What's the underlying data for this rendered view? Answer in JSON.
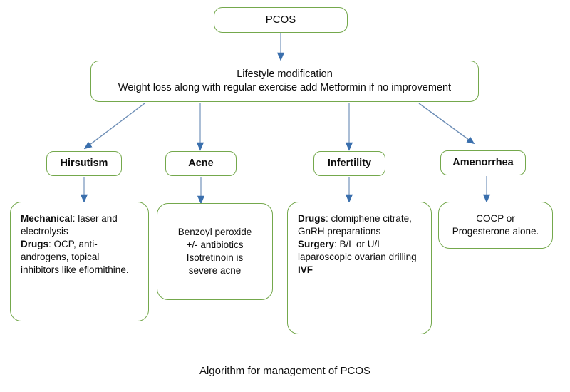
{
  "diagram": {
    "caption": "Algorithm for management of PCOS",
    "colors": {
      "node_border": "#74a84c",
      "arrow_shaft": "#8fa9c9",
      "arrow_head": "#3a6fad",
      "background": "#ffffff",
      "text": "#0d0d0d"
    },
    "root": {
      "label": "PCOS"
    },
    "lifestyle": {
      "line1": "Lifestyle modification",
      "line2": "Weight loss along with regular exercise add Metformin if no improvement"
    },
    "categories": [
      {
        "label": "Hirsutism"
      },
      {
        "label": "Acne"
      },
      {
        "label": "Infertility"
      },
      {
        "label": "Amenorrhea"
      }
    ],
    "details": {
      "hirsutism": {
        "lines": [
          {
            "bold": "Mechanical",
            "rest": ": laser and electrolysis"
          },
          {
            "bold": "Drugs",
            "rest": ": OCP, anti-androgens, topical inhibitors like eflornithine."
          }
        ]
      },
      "acne": {
        "lines": [
          "Benzoyl peroxide",
          "+/- antibiotics",
          "Isotretinoin is",
          "severe acne"
        ]
      },
      "infertility": {
        "lines": [
          {
            "bold": "Drugs",
            "rest": ": clomiphene citrate, GnRH preparations"
          },
          {
            "bold": "Surgery",
            "rest": ": B/L or U/L laparoscopic ovarian drilling"
          },
          {
            "bold": "IVF",
            "rest": ""
          }
        ]
      },
      "amenorrhea": {
        "lines": [
          "COCP or",
          "Progesterone alone."
        ]
      }
    }
  }
}
